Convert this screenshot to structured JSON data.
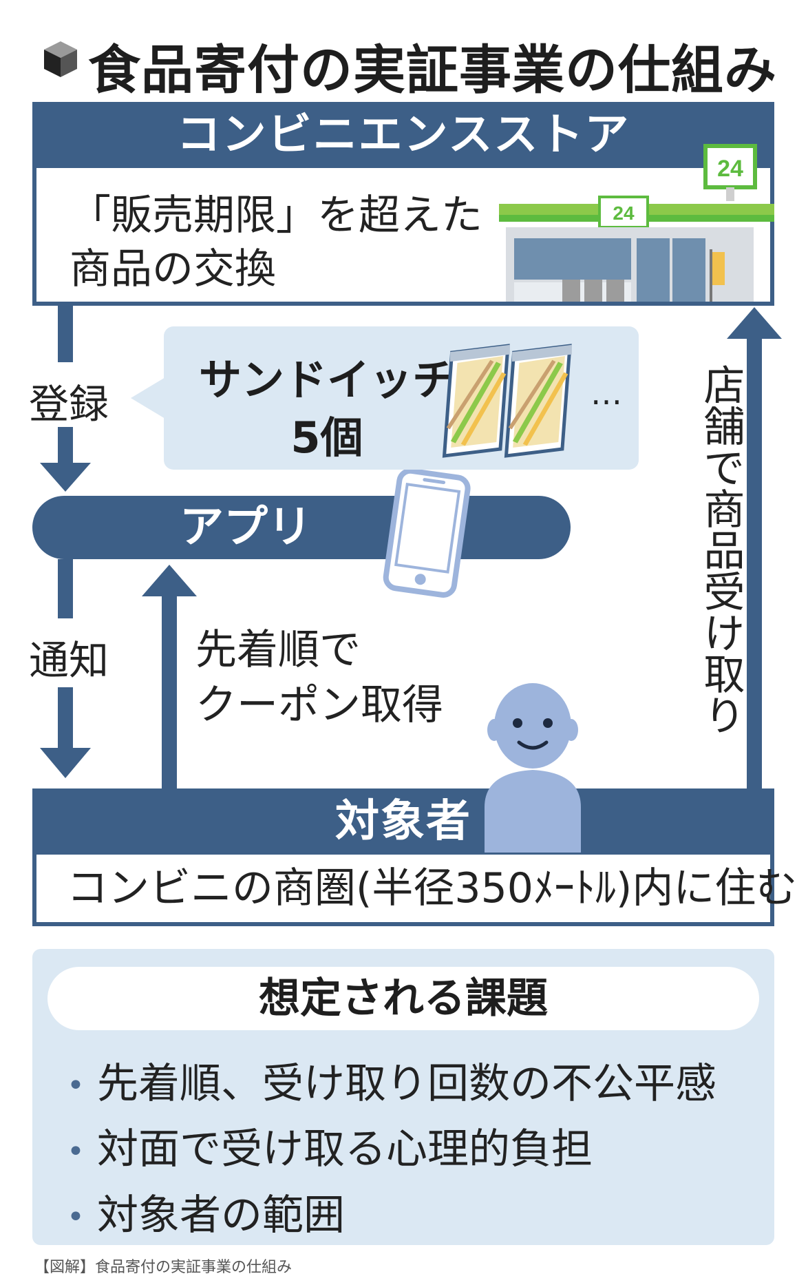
{
  "title": "食品寄付の実証事業の仕組み",
  "store": {
    "header": "コンビニエンスストア",
    "desc_line1": "「販売期限」を超えた",
    "desc_line2": "商品の交換",
    "sign_number": "24"
  },
  "flow": {
    "register_label": "登録",
    "notify_label": "通知",
    "coupon_line1": "先着順で",
    "coupon_line2": "クーポン取得",
    "pickup_label": "店舗で商品受け取り"
  },
  "bubble": {
    "item_line1": "サンドイッチ",
    "item_line2": "5個",
    "ellipsis": "…"
  },
  "app": {
    "label": "アプリ"
  },
  "target": {
    "header": "対象者",
    "desc": "コンビニの商圏(半径350ﾒｰﾄﾙ)内に住む"
  },
  "issues": {
    "header": "想定される課題",
    "items": [
      "先着順、受け取り回数の不公平感",
      "対面で受け取る心理的負担",
      "対象者の範囲"
    ]
  },
  "caption": "【図解】食品寄付の実証事業の仕組み",
  "colors": {
    "navy": "#3d5f87",
    "light_blue": "#dbe8f3",
    "store_green": "#5dbb3f",
    "person_blue": "#9db4dc"
  }
}
